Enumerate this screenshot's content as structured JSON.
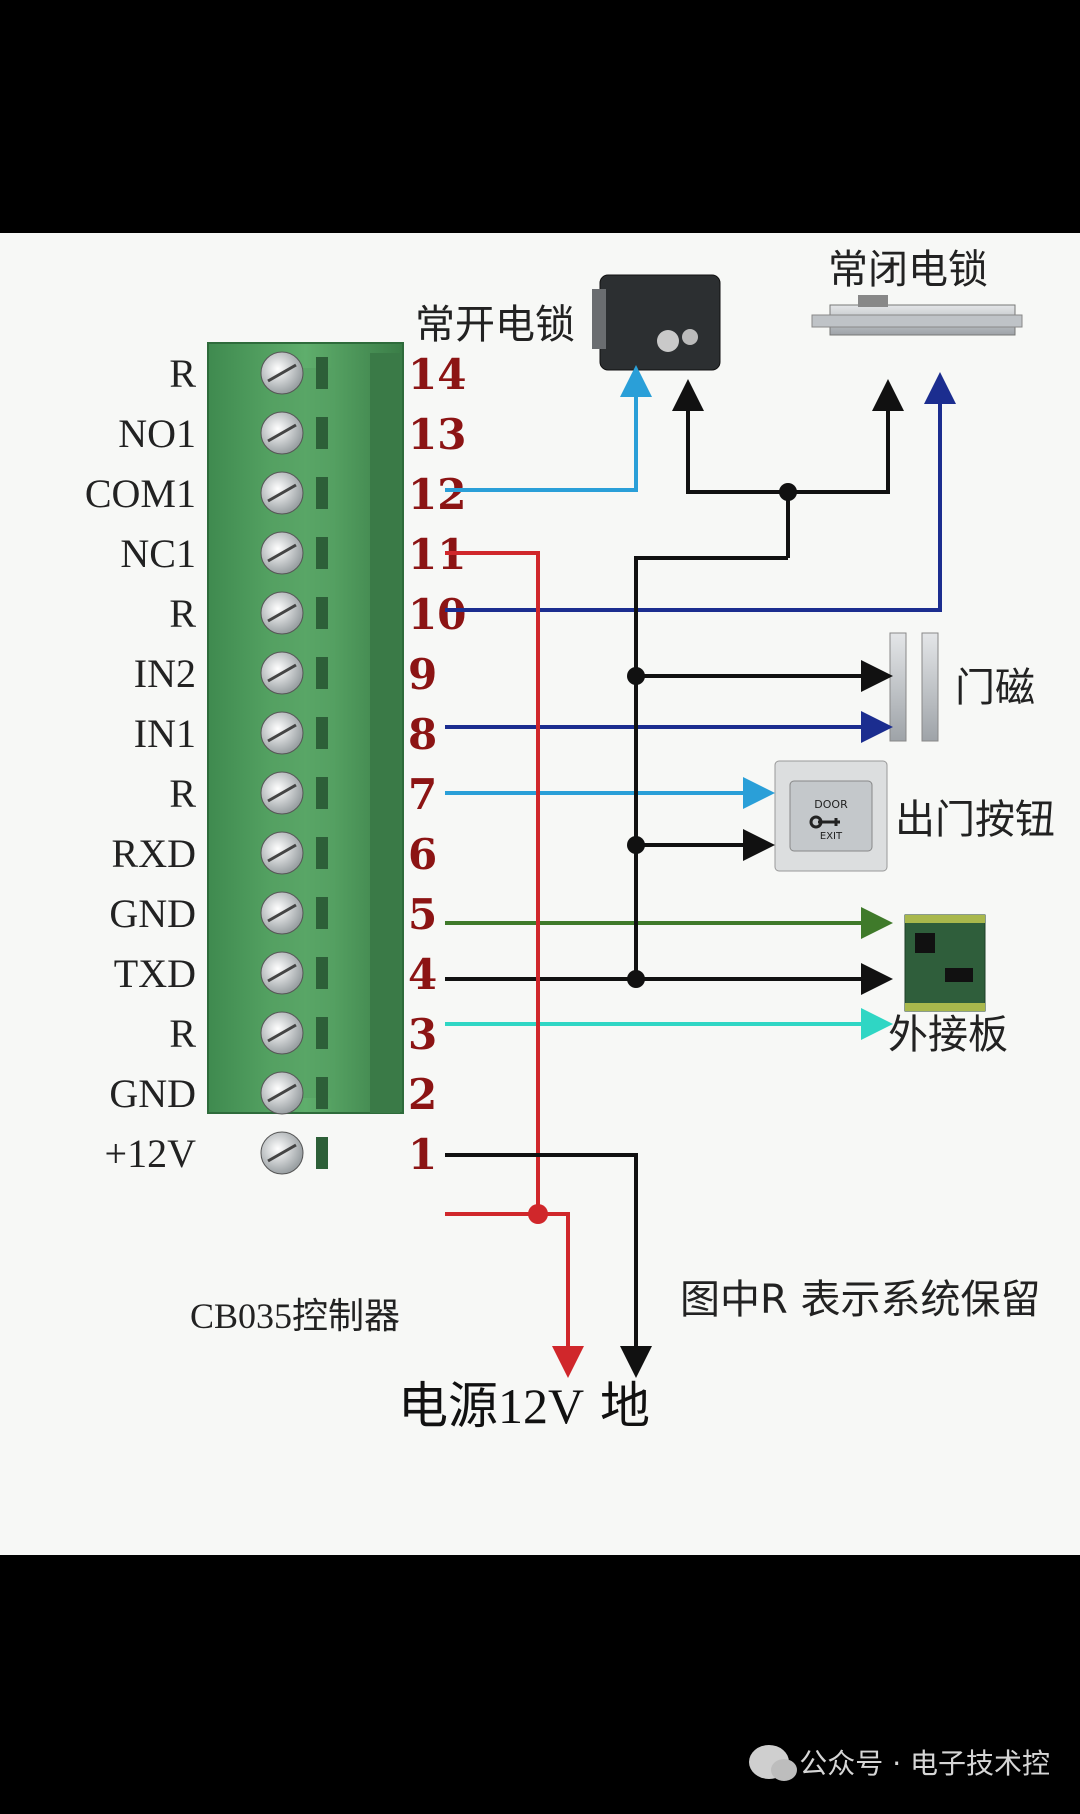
{
  "controller": {
    "name": "CB035控制器",
    "terminals": [
      {
        "num": "14",
        "label": "R"
      },
      {
        "num": "13",
        "label": "NO1"
      },
      {
        "num": "12",
        "label": "COM1"
      },
      {
        "num": "11",
        "label": "NC1"
      },
      {
        "num": "10",
        "label": "R"
      },
      {
        "num": "9",
        "label": "IN2"
      },
      {
        "num": "8",
        "label": "IN1"
      },
      {
        "num": "7",
        "label": "R"
      },
      {
        "num": "6",
        "label": "RXD"
      },
      {
        "num": "5",
        "label": "GND"
      },
      {
        "num": "4",
        "label": "TXD"
      },
      {
        "num": "3",
        "label": "R"
      },
      {
        "num": "2",
        "label": "GND"
      },
      {
        "num": "1",
        "label": "+12V"
      }
    ]
  },
  "devices": {
    "no_lock": "常开电锁",
    "nc_lock": "常闭电锁",
    "door_magnet": "门磁",
    "exit_button": "出门按钮",
    "exit_button_text_top": "DOOR",
    "exit_button_text_bottom": "EXIT",
    "external_board": "外接板"
  },
  "power": {
    "v12": "电源12V",
    "ground": "地"
  },
  "note": "图中R 表示系统保留",
  "watermark": "公众号 · 电子技术控",
  "colors": {
    "terminal_green": "#4f9a5e",
    "red_wire": "#d0272b",
    "light_blue_wire": "#2a9fd8",
    "dark_blue_wire": "#1b2d8f",
    "green_wire": "#3f7a2a",
    "cyan_wire": "#2fd6c4",
    "black_wire": "#111111",
    "pin_number": "#8c1414"
  }
}
